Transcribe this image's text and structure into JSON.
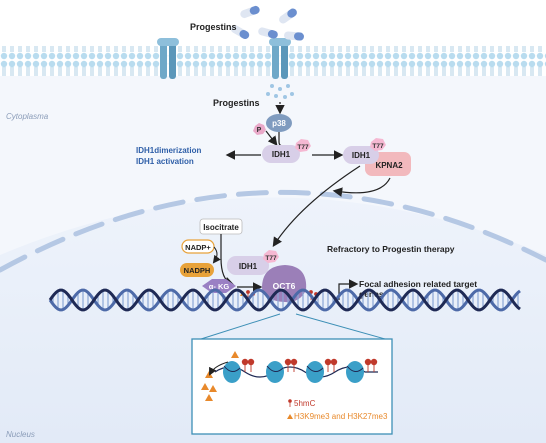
{
  "labels": {
    "progestins_top": "Progestins",
    "progestins_inner": "Progestins",
    "cytoplasma": "Cytoplasma",
    "nucleus": "Nucleus",
    "p38": "p38",
    "p": "P",
    "idh1_left": "IDH1",
    "t77_left": "T77",
    "idh1_right": "IDH1",
    "t77_right": "T77",
    "kpna2": "KPNA2",
    "idh1_dimerization": "IDH1dimerization",
    "idh1_activation": "IDH1 activation",
    "isocitrate": "Isocitrate",
    "nadp_plus": "NADP+",
    "nadph": "NADPH",
    "akg": "α- KG",
    "idh1_nucleus": "IDH1",
    "t77_nucleus": "T77",
    "oct6": "OCT6",
    "refractory": "Refractory to Progestin therapy",
    "focal_adhesion_1": "Focal adhesion related target",
    "focal_adhesion_2": "genes",
    "legend_5hmc": "5hmC",
    "legend_h3k": "H3K9me3 and H3K27me3"
  },
  "colors": {
    "membrane": "#b9dcef",
    "membrane_dark": "#7fb6d6",
    "receptor": "#6fa8c8",
    "p38": "#7f9bbf",
    "idh1": "#d8cfe8",
    "kpna2": "#f2b9bd",
    "oct6": "#9b7fb8",
    "t77_badge": "#f5b8d2",
    "p_badge": "#e9a9c9",
    "nadph": "#e8a23a",
    "akg": "#9a80c4",
    "blue_text": "#2f5fa8",
    "dna_dark": "#1f2a55",
    "dna_light": "#4d6aa8",
    "nucleosome": "#3a9fc8",
    "hmc_red": "#c0392b",
    "h3k_orange": "#e8892b",
    "box_border": "#3d8fb6"
  }
}
